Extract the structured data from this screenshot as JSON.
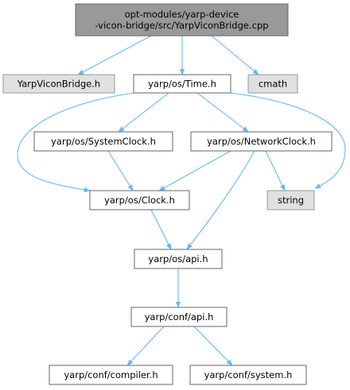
{
  "colors": {
    "edge": "#63b8ff",
    "root_fill": "#999999",
    "root_stroke": "#666666",
    "node_fill": "#ffffff",
    "node_stroke": "#666666",
    "external_fill": "#e0e0e0",
    "external_stroke": "#999999"
  },
  "nodes": {
    "root": {
      "lines": [
        "opt-modules/yarp-device",
        "-vicon-bridge/src/YarpViconBridge.cpp"
      ],
      "kind": "root"
    },
    "yarpviconbridge_h": {
      "lines": [
        "YarpViconBridge.h"
      ],
      "kind": "external"
    },
    "time_h": {
      "lines": [
        "yarp/os/Time.h"
      ],
      "kind": "normal"
    },
    "cmath": {
      "lines": [
        "cmath"
      ],
      "kind": "external"
    },
    "systemclock_h": {
      "lines": [
        "yarp/os/SystemClock.h"
      ],
      "kind": "normal"
    },
    "networkclock_h": {
      "lines": [
        "yarp/os/NetworkClock.h"
      ],
      "kind": "normal"
    },
    "clock_h": {
      "lines": [
        "yarp/os/Clock.h"
      ],
      "kind": "normal"
    },
    "string": {
      "lines": [
        "string"
      ],
      "kind": "external"
    },
    "os_api_h": {
      "lines": [
        "yarp/os/api.h"
      ],
      "kind": "normal"
    },
    "conf_api_h": {
      "lines": [
        "yarp/conf/api.h"
      ],
      "kind": "normal"
    },
    "compiler_h": {
      "lines": [
        "yarp/conf/compiler.h"
      ],
      "kind": "normal"
    },
    "system_h": {
      "lines": [
        "yarp/conf/system.h"
      ],
      "kind": "normal"
    }
  },
  "edges": [
    {
      "from": "root",
      "to": "yarpviconbridge_h"
    },
    {
      "from": "root",
      "to": "time_h"
    },
    {
      "from": "root",
      "to": "cmath"
    },
    {
      "from": "time_h",
      "to": "systemclock_h"
    },
    {
      "from": "time_h",
      "to": "networkclock_h"
    },
    {
      "from": "time_h",
      "to": "clock_h"
    },
    {
      "from": "time_h",
      "to": "string"
    },
    {
      "from": "systemclock_h",
      "to": "clock_h"
    },
    {
      "from": "networkclock_h",
      "to": "clock_h"
    },
    {
      "from": "networkclock_h",
      "to": "os_api_h"
    },
    {
      "from": "networkclock_h",
      "to": "string"
    },
    {
      "from": "clock_h",
      "to": "os_api_h"
    },
    {
      "from": "os_api_h",
      "to": "conf_api_h"
    },
    {
      "from": "conf_api_h",
      "to": "compiler_h"
    },
    {
      "from": "conf_api_h",
      "to": "system_h"
    }
  ]
}
